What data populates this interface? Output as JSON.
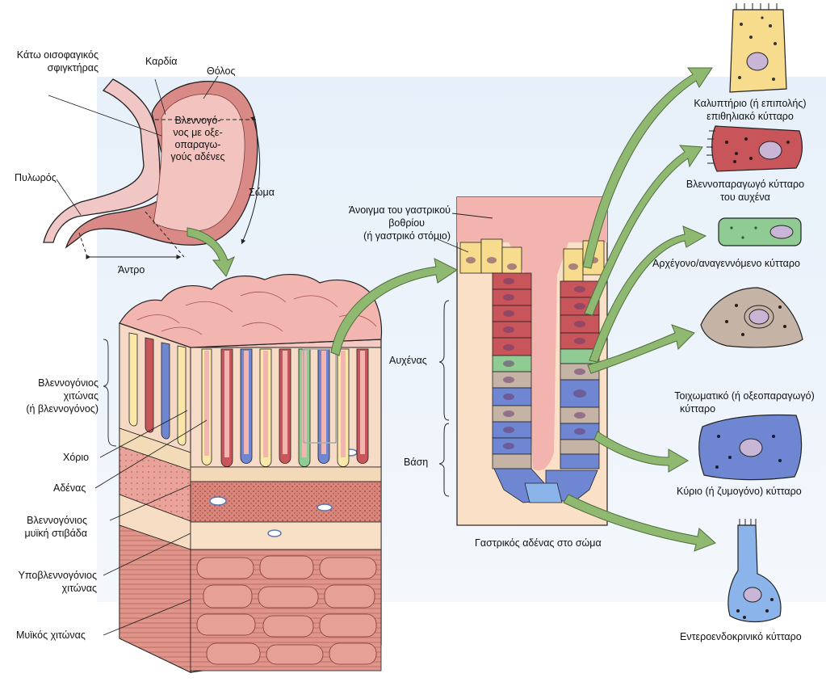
{
  "labels": {
    "lower_esophageal_sphincter": [
      "Κάτω οισοφαγικός",
      "σφιγκτήρας"
    ],
    "cardia": "Καρδία",
    "fundus": "Θόλος",
    "mucosa_oxyntic": [
      "Βλεννογό-",
      "νος με οξε-",
      "οπαραγω-",
      "γούς αδένες"
    ],
    "pylorus": "Πυλωρός",
    "body": "Σώμα",
    "antrum": "Άντρο",
    "pit_opening": [
      "Άνοιγμα του γαστρικού",
      "βοθρίου",
      "(ή γαστρικό στόμιο)"
    ],
    "neck": "Αυχένας",
    "base": "Βάση",
    "gland_caption": "Γαστρικός αδένας στο σώμα",
    "mucosa_layer": [
      "Βλεννογόνιος",
      "χιτώνας",
      "(ή βλεννογόνος)"
    ],
    "lamina_propria": "Χόριο",
    "gland": "Αδένας",
    "muscularis_mucosae": [
      "Βλεννογόνιος",
      "μυϊκή στιβάδα"
    ],
    "submucosa": [
      "Υποβλεννογόνιος",
      "χιτώνας"
    ],
    "muscularis": "Μυϊκός χιτώνας",
    "surface_cell": [
      "Καλυπτήριο (ή επιπολής)",
      "επιθηλιακό κύτταρο"
    ],
    "neck_mucous_cell": [
      "Βλεννοπαραγωγό κύτταρο",
      "του αυχένα"
    ],
    "stem_cell": "Αρχέγονο/αναγεννόμενο κύτταρο",
    "parietal_cell": [
      "Τοιχωματικό (ή οξεοπαραγωγό)",
      "κύτταρο"
    ],
    "chief_cell": "Κύριο (ή ζυμογόνο) κύτταρο",
    "enteroendocrine_cell": "Εντεροενδοκρινικό κύτταρο"
  },
  "colors": {
    "background_panel": "#e9f1fa",
    "surface_cell": "#f6dc8c",
    "neck_mucous_cell": "#c8555a",
    "stem_cell": "#8fcb92",
    "parietal_cell": "#c5b3a6",
    "chief_cell": "#6f86d2",
    "enteroendocrine_cell": "#8ab4ea",
    "gland_lumen": "#f3b4b0",
    "gland_panel": "#fbe0c8",
    "arrow": "#8fb870",
    "mucosa_pink": "#f2b9b6"
  }
}
